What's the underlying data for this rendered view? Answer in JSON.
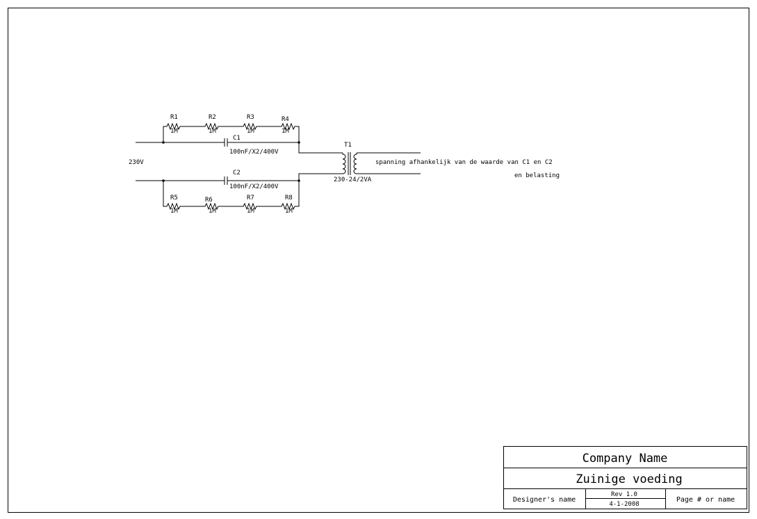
{
  "schematic": {
    "input_label": "230V",
    "components": {
      "R1": {
        "ref": "R1",
        "value": "1M"
      },
      "R2": {
        "ref": "R2",
        "value": "1M"
      },
      "R3": {
        "ref": "R3",
        "value": "1M"
      },
      "R4": {
        "ref": "R4",
        "value": "1M"
      },
      "R5": {
        "ref": "R5",
        "value": "1M"
      },
      "R6": {
        "ref": "R6",
        "value": "1M"
      },
      "R7": {
        "ref": "R7",
        "value": "1M"
      },
      "R8": {
        "ref": "R8",
        "value": "1M"
      },
      "C1": {
        "ref": "C1",
        "value": "100nF/X2/400V"
      },
      "C2": {
        "ref": "C2",
        "value": "100nF/X2/400V"
      },
      "T1": {
        "ref": "T1",
        "value": "230-24/2VA"
      }
    },
    "output_note_1": "spanning afhankelijk van de waarde van C1 en C2",
    "output_note_2": "en belasting"
  },
  "title_block": {
    "company": "Company Name",
    "title": "Zuinige voeding",
    "designer": "Designer's name",
    "revision": "Rev 1.0",
    "date": "4-1-2008",
    "page": "Page # or name"
  }
}
